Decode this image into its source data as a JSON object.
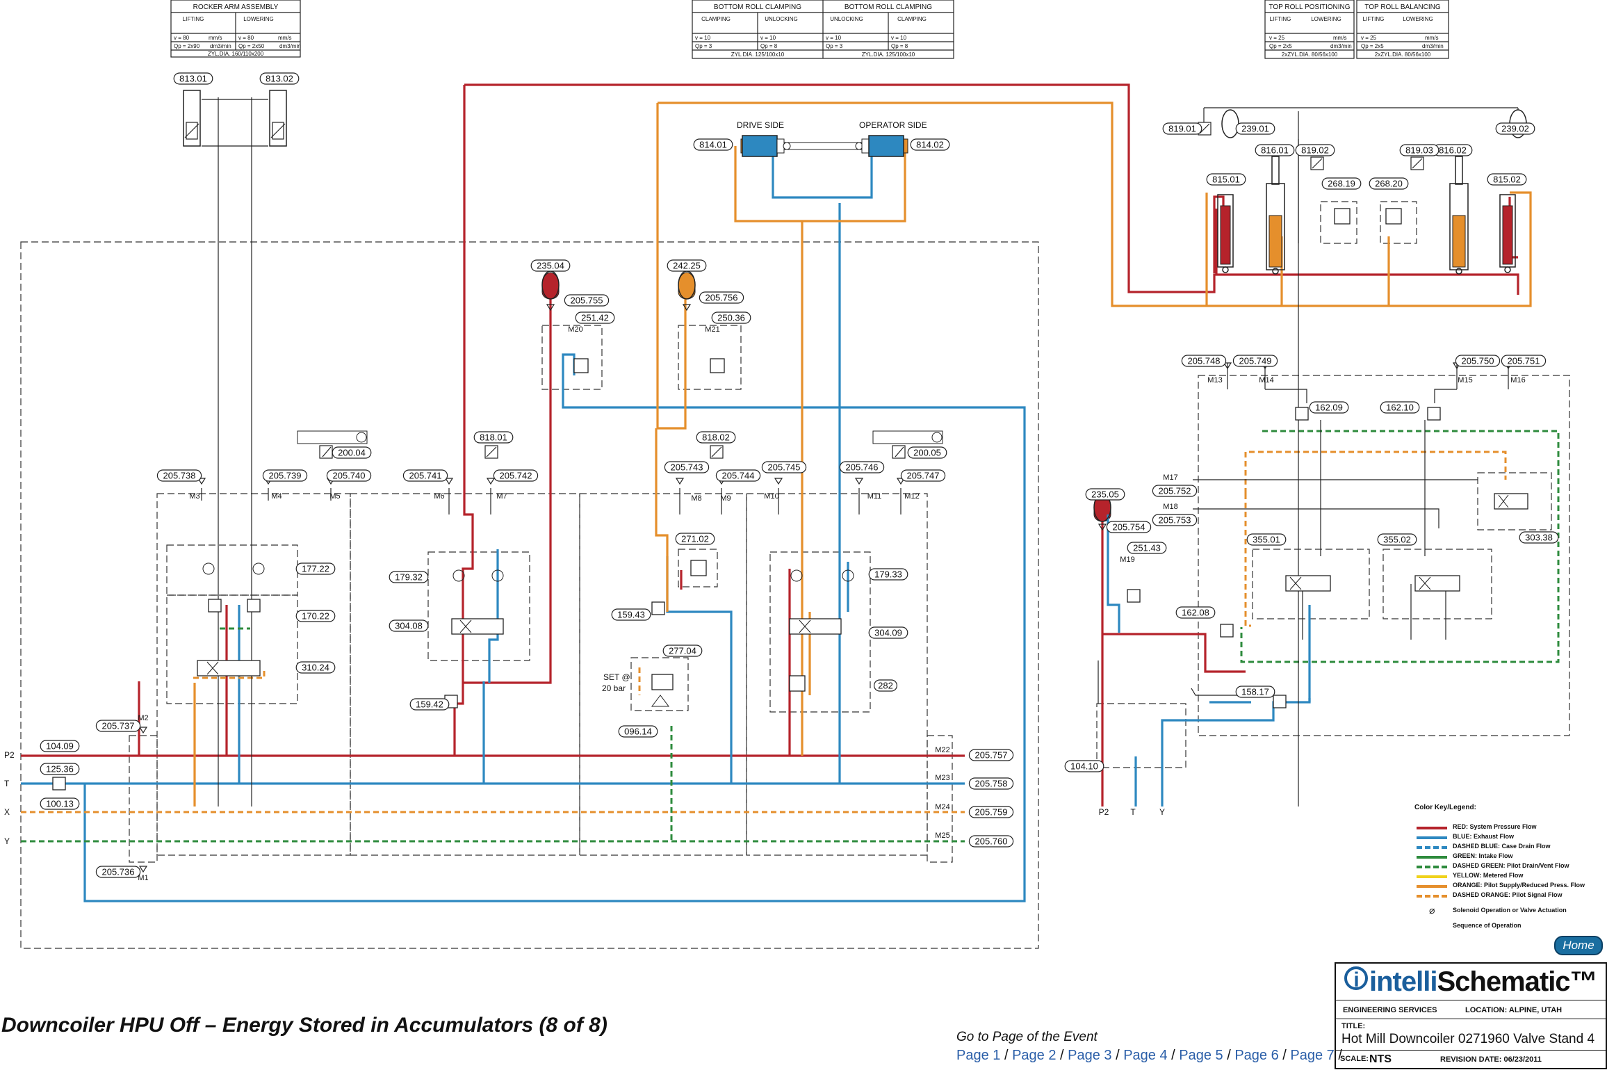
{
  "page": {
    "title": "Downcoiler HPU Off – Energy Stored in Accumulators (8 of 8)",
    "goto_label": "Go to Page of the Event",
    "page_links": [
      "Page 1",
      "Page 2",
      "Page 3",
      "Page 4",
      "Page 5",
      "Page 6",
      "Page 7"
    ],
    "home_label": "Home"
  },
  "title_block": {
    "logo_intelli": "intelli",
    "logo_schematic": "Schematic™",
    "engineering": "ENGINEERING SERVICES",
    "location": "LOCATION: ALPINE, UTAH",
    "title_label": "TITLE:",
    "title": "Hot Mill Downcoiler 0271960 Valve Stand 4",
    "scale_label": "SCALE:",
    "scale": "NTS",
    "revision": "REVISION DATE: 06/23/2011"
  },
  "legend": {
    "title": "Color Key/Legend:",
    "items": [
      {
        "label": "RED: System Pressure Flow",
        "color": "#b5232b",
        "style": "solid"
      },
      {
        "label": "BLUE: Exhaust Flow",
        "color": "#2d88c0",
        "style": "solid"
      },
      {
        "label": "DASHED BLUE: Case Drain Flow",
        "color": "#2d88c0",
        "style": "dashed"
      },
      {
        "label": "GREEN: Intake Flow",
        "color": "#2e8b3d",
        "style": "solid"
      },
      {
        "label": "DASHED GREEN: Pilot Drain/Vent Flow",
        "color": "#2e8b3d",
        "style": "dashed"
      },
      {
        "label": "YELLOW: Metered Flow",
        "color": "#f0d21c",
        "style": "solid"
      },
      {
        "label": "ORANGE: Pilot Supply/Reduced Press. Flow",
        "color": "#e58f2c",
        "style": "solid"
      },
      {
        "label": "DASHED ORANGE: Pilot Signal Flow",
        "color": "#e58f2c",
        "style": "dashed"
      }
    ],
    "solenoid_note": "Solenoid Operation or Valve Actuation",
    "sequence_note": "Sequence of Operation"
  },
  "headers": {
    "rocker": {
      "title": "ROCKER ARM ASSEMBLY",
      "left": "LIFTING",
      "right": "LOWERING",
      "v_left": "v = 80",
      "v_right": "v = 80",
      "unit_v": "mm/s",
      "qp_left": "Qp = 2x90",
      "qp_right": "Qp = 2x50",
      "unit_q": "dm3/min",
      "cyl": "ZYL.DIA. 160/110x200"
    },
    "bottom": {
      "title_left": "BOTTOM ROLL CLAMPING",
      "title_right": "BOTTOM ROLL CLAMPING",
      "c1": "CLAMPING",
      "c2": "UNLOCKING",
      "c3": "UNLOCKING",
      "c4": "CLAMPING",
      "v": "v = 10",
      "unit_v": "mm/s",
      "qp1": "Qp = 3",
      "qp2": "Qp = 8",
      "unit_q": "dm3/min",
      "cyl_left": "ZYL.DIA. 125/100x10",
      "cyl_right": "ZYL.DIA. 125/100x10"
    },
    "top_pos": {
      "title": "TOP ROLL POSITIONING",
      "left": "LIFTING",
      "right": "LOWERING",
      "v": "v = 25",
      "unit_v": "mm/s",
      "qp": "Qp = 2x5",
      "unit_q": "dm3/min",
      "cyl": "2xZYL.DIA. 80/56x100"
    },
    "top_bal": {
      "title": "TOP ROLL BALANCING",
      "left": "LIFTING",
      "right": "LOWERING",
      "v": "v = 25",
      "unit_v": "mm/s",
      "qp": "Qp = 2x5",
      "unit_q": "dm3/min",
      "cyl": "2xZYL.DIA. 80/56x100"
    }
  },
  "components": [
    {
      "id": "813.01"
    },
    {
      "id": "813.02"
    },
    {
      "id": "814.01"
    },
    {
      "id": "814.02"
    },
    {
      "id": "819.01"
    },
    {
      "id": "239.01"
    },
    {
      "id": "239.02"
    },
    {
      "id": "816.01"
    },
    {
      "id": "816.02"
    },
    {
      "id": "819.02"
    },
    {
      "id": "819.03"
    },
    {
      "id": "815.01"
    },
    {
      "id": "815.02"
    },
    {
      "id": "268.19"
    },
    {
      "id": "268.20"
    },
    {
      "id": "235.04"
    },
    {
      "id": "205.755"
    },
    {
      "id": "251.42"
    },
    {
      "id": "242.25"
    },
    {
      "id": "205.756"
    },
    {
      "id": "250.36"
    },
    {
      "id": "200.04"
    },
    {
      "id": "200.05"
    },
    {
      "id": "818.01"
    },
    {
      "id": "818.02"
    },
    {
      "id": "205.738"
    },
    {
      "id": "205.739"
    },
    {
      "id": "205.740"
    },
    {
      "id": "205.741"
    },
    {
      "id": "205.742"
    },
    {
      "id": "205.743"
    },
    {
      "id": "205.744"
    },
    {
      "id": "205.745"
    },
    {
      "id": "205.746"
    },
    {
      "id": "205.747"
    },
    {
      "id": "177.22"
    },
    {
      "id": "170.22"
    },
    {
      "id": "310.24"
    },
    {
      "id": "179.32"
    },
    {
      "id": "304.08"
    },
    {
      "id": "271.02"
    },
    {
      "id": "159.43"
    },
    {
      "id": "277.04"
    },
    {
      "id": "179.33"
    },
    {
      "id": "304.09"
    },
    {
      "id": "282"
    },
    {
      "id": "159.42"
    },
    {
      "id": "096.14"
    },
    {
      "id": "205.737"
    },
    {
      "id": "104.09"
    },
    {
      "id": "125.36"
    },
    {
      "id": "100.13"
    },
    {
      "id": "205.736"
    },
    {
      "id": "205.757"
    },
    {
      "id": "205.758"
    },
    {
      "id": "205.759"
    },
    {
      "id": "205.760"
    },
    {
      "id": "205.748"
    },
    {
      "id": "205.749"
    },
    {
      "id": "205.750"
    },
    {
      "id": "205.751"
    },
    {
      "id": "162.09"
    },
    {
      "id": "162.10"
    },
    {
      "id": "205.752"
    },
    {
      "id": "205.753"
    },
    {
      "id": "303.38"
    },
    {
      "id": "235.05"
    },
    {
      "id": "205.754"
    },
    {
      "id": "251.43"
    },
    {
      "id": "355.01"
    },
    {
      "id": "355.02"
    },
    {
      "id": "162.08"
    },
    {
      "id": "158.17"
    },
    {
      "id": "104.10"
    }
  ],
  "labels": {
    "drive_side": "DRIVE SIDE",
    "operator_side": "OPERATOR SIDE",
    "set_at": "SET @",
    "set_value": "20 bar",
    "ports": [
      "M2",
      "M1",
      "M3",
      "M4",
      "M5",
      "M6",
      "M7",
      "M8",
      "M9",
      "M10",
      "M11",
      "M12",
      "M13",
      "M14",
      "M15",
      "M16",
      "M17",
      "M18",
      "M19",
      "M20",
      "M21",
      "M22",
      "M23",
      "M24",
      "M25"
    ],
    "lines_left": [
      "P2",
      "T",
      "X",
      "Y"
    ],
    "lines_right": [
      "P2",
      "T",
      "Y"
    ]
  },
  "colors": {
    "red": "#b5232b",
    "blue": "#2d88c0",
    "green": "#2e8b3d",
    "orange": "#e58f2c",
    "black": "#222222"
  }
}
